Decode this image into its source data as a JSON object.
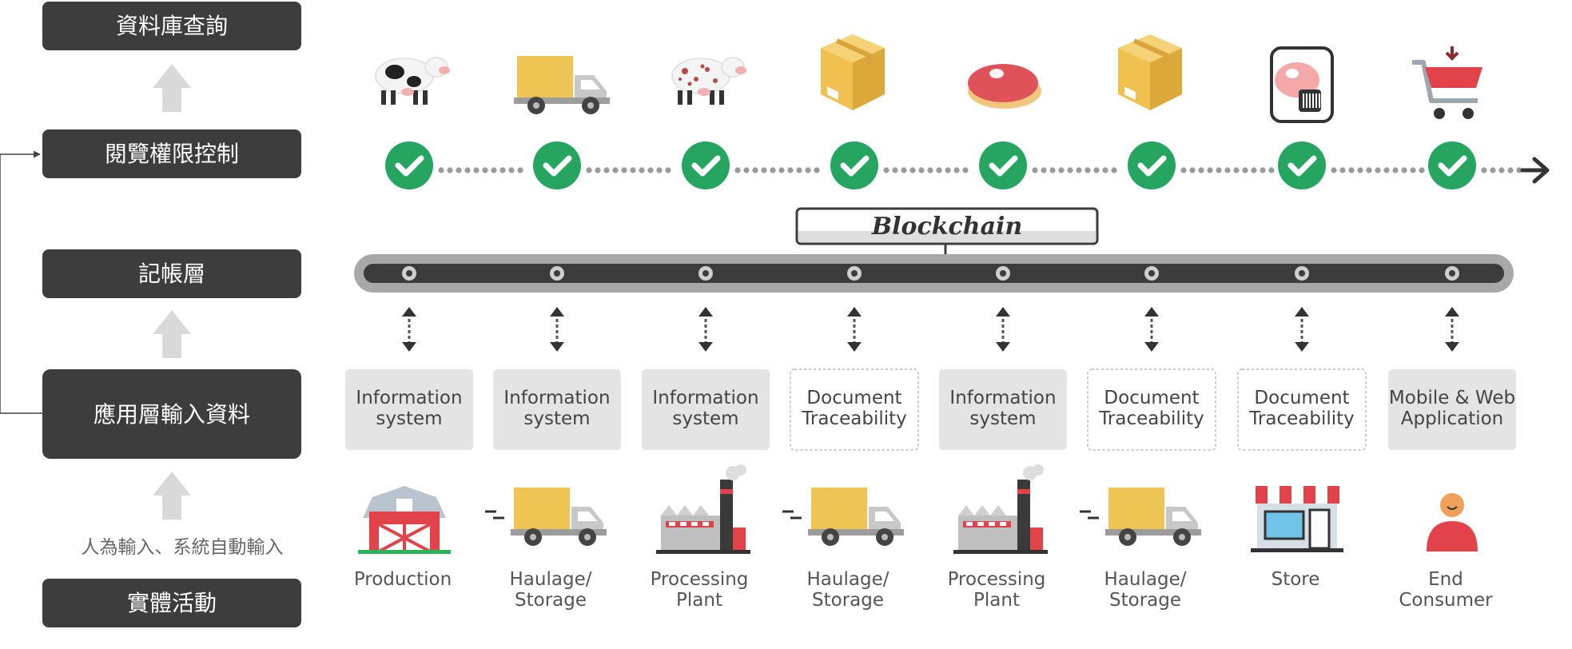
{
  "layers": {
    "query": "資料庫查詢",
    "access_control": "閱覽權限控制",
    "ledger": "記帳層",
    "application": "應用層輸入資料",
    "input_note": "人為輸入、系統自動輸入",
    "physical": "實體活動"
  },
  "blockchain_label": "Blockchain",
  "colors": {
    "layer_box": "#3d3d3d",
    "layer_text": "#ffffff",
    "check_green": "#25a55f",
    "chain_dark": "#3c3c3c",
    "chain_outer": "#a8a8a8",
    "info_fill": "#e4e4e4",
    "accent_red": "#e0525a",
    "truck_yellow": "#eec455"
  },
  "top_icons": [
    "cow-icon",
    "truck-icon",
    "spotted-cow-icon",
    "box-icon",
    "steak-icon",
    "box-icon",
    "meat-label-icon",
    "cart-icon"
  ],
  "systems": [
    {
      "line1": "Information",
      "line2": "system",
      "style": "filled"
    },
    {
      "line1": "Information",
      "line2": "system",
      "style": "filled"
    },
    {
      "line1": "Information",
      "line2": "system",
      "style": "filled"
    },
    {
      "line1": "Document",
      "line2": "Traceability",
      "style": "dashed"
    },
    {
      "line1": "Information",
      "line2": "system",
      "style": "filled"
    },
    {
      "line1": "Document",
      "line2": "Traceability",
      "style": "dashed"
    },
    {
      "line1": "Document",
      "line2": "Traceability",
      "style": "dashed"
    },
    {
      "line1": "Mobile & Web",
      "line2": "Application",
      "style": "filled"
    }
  ],
  "activities": [
    {
      "line1": "Production",
      "line2": "",
      "icon": "barn-icon"
    },
    {
      "line1": "Haulage/",
      "line2": "Storage",
      "icon": "truck-icon"
    },
    {
      "line1": "Processing",
      "line2": "Plant",
      "icon": "factory-icon"
    },
    {
      "line1": "Haulage/",
      "line2": "Storage",
      "icon": "truck-icon"
    },
    {
      "line1": "Processing",
      "line2": "Plant",
      "icon": "factory-icon"
    },
    {
      "line1": "Haulage/",
      "line2": "Storage",
      "icon": "truck-icon"
    },
    {
      "line1": "Store",
      "line2": "",
      "icon": "store-icon"
    },
    {
      "line1": "End",
      "line2": "Consumer",
      "icon": "consumer-icon"
    }
  ]
}
